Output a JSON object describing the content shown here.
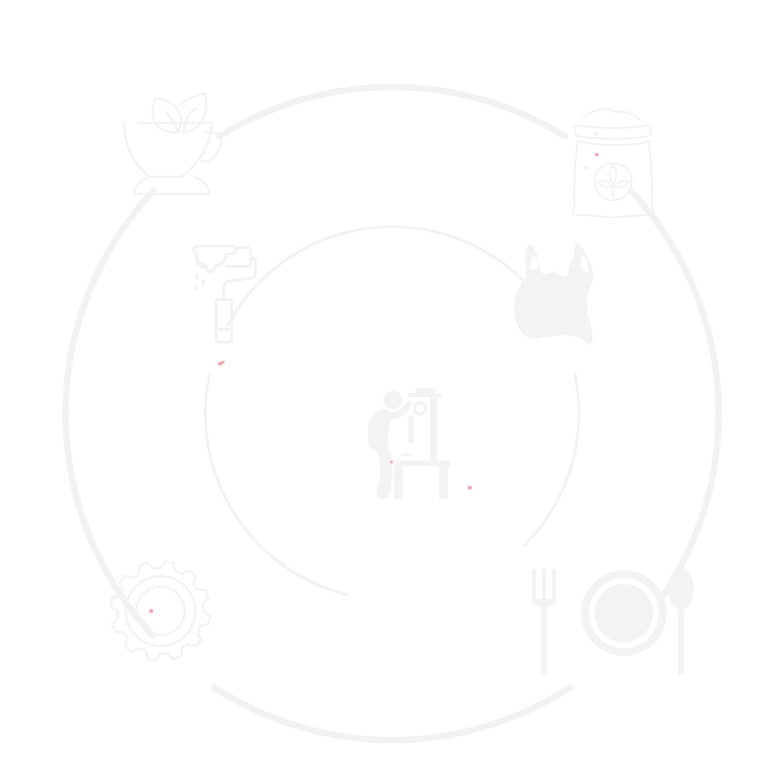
{
  "diagram": {
    "style": "monochrome line-art cycle diagram",
    "colors": {
      "background": "#ffffff",
      "stroke": "#f2f2f2",
      "fill": "#f3f3f3",
      "ring": "#f2f2f2",
      "accent_dots": "#f4a6ad"
    },
    "outer_ring_icons": [
      {
        "position": "top-left",
        "icon": "tea-cup-with-leaves-icon"
      },
      {
        "position": "top-right",
        "icon": "grain-sack-icon"
      },
      {
        "position": "bottom-left",
        "icon": "gear-icon"
      },
      {
        "position": "bottom-right",
        "icon": "fork-plate-spoon-icon"
      }
    ],
    "inner_ring_icons": [
      {
        "position": "left",
        "icon": "paint-roller-icon"
      },
      {
        "position": "right",
        "icon": "tank-top-shirt-icon"
      },
      {
        "position": "bottom",
        "icon": "worker-at-drill-press-icon"
      }
    ]
  }
}
